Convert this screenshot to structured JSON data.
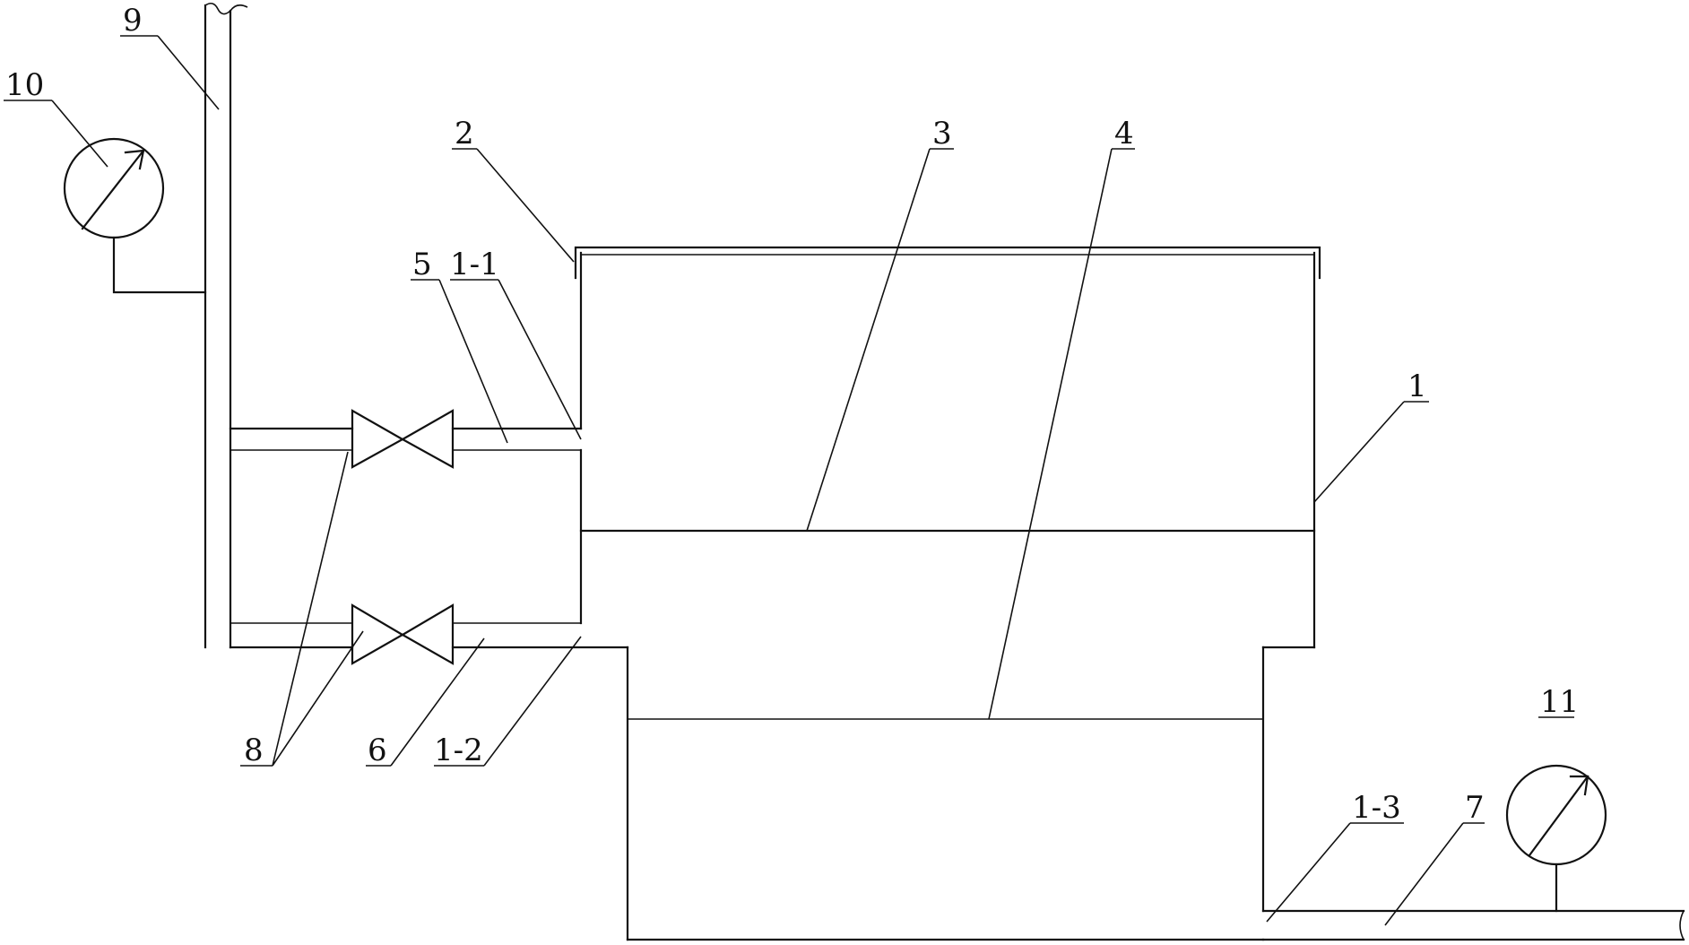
{
  "labels": {
    "n1": "1",
    "n1_1": "1-1",
    "n1_2": "1-2",
    "n1_3": "1-3",
    "n2": "2",
    "n3": "3",
    "n4": "4",
    "n5": "5",
    "n6": "6",
    "n7": "7",
    "n8": "8",
    "n9": "9",
    "n10": "10",
    "n11": "11"
  },
  "colors": {
    "line": "#111111",
    "background": "#ffffff"
  }
}
